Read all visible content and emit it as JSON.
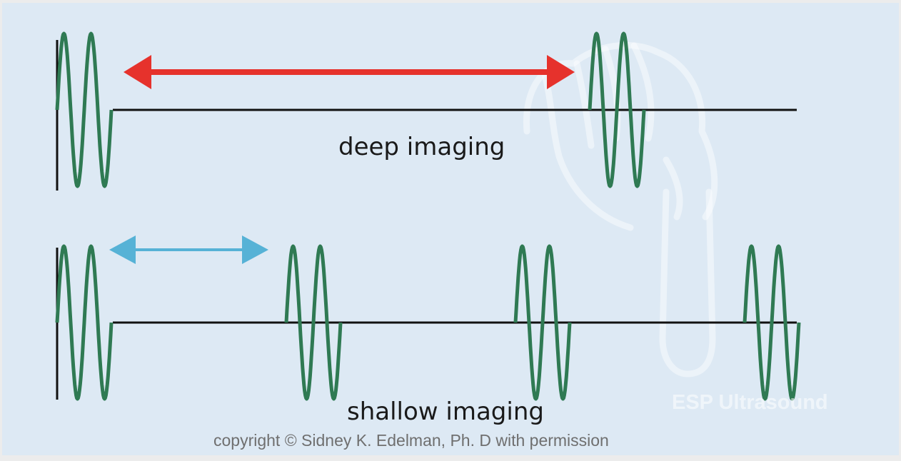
{
  "labels": {
    "deep": "deep imaging",
    "shallow": "shallow imaging",
    "copyright": "copyright © Sidney K. Edelman, Ph. D with  permission",
    "watermark": "ESP Ultrasound"
  },
  "colors": {
    "background": "#dde9f4",
    "wave": "#2f7a53",
    "baseline": "#111111",
    "deep_arrow": "#e6322c",
    "shallow_arrow": "#56b2d6",
    "watermark": "#ffffff"
  },
  "icons": {
    "watermark_logo": "hand-holding-probe-icon"
  }
}
